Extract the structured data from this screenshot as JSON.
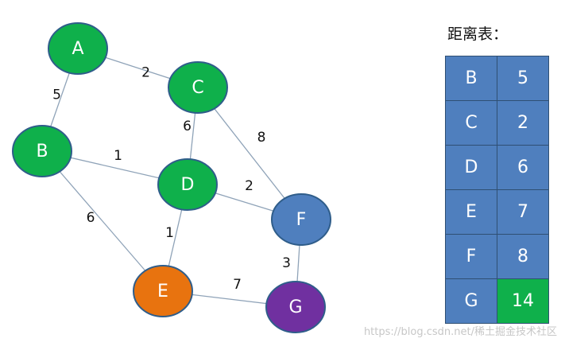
{
  "graph": {
    "nodes": [
      {
        "id": "A",
        "color": "#0fb04b"
      },
      {
        "id": "B",
        "color": "#0fb04b"
      },
      {
        "id": "C",
        "color": "#0fb04b"
      },
      {
        "id": "D",
        "color": "#0fb04b"
      },
      {
        "id": "E",
        "color": "#e8730f"
      },
      {
        "id": "F",
        "color": "#4f7fbe"
      },
      {
        "id": "G",
        "color": "#7030a0"
      }
    ],
    "edges": [
      {
        "from": "A",
        "to": "C",
        "weight": "2"
      },
      {
        "from": "A",
        "to": "B",
        "weight": "5"
      },
      {
        "from": "C",
        "to": "D",
        "weight": "6"
      },
      {
        "from": "C",
        "to": "F",
        "weight": "8"
      },
      {
        "from": "B",
        "to": "D",
        "weight": "1"
      },
      {
        "from": "B",
        "to": "E",
        "weight": "6"
      },
      {
        "from": "D",
        "to": "F",
        "weight": "2"
      },
      {
        "from": "D",
        "to": "E",
        "weight": "1"
      },
      {
        "from": "F",
        "to": "G",
        "weight": "3"
      },
      {
        "from": "E",
        "to": "G",
        "weight": "7"
      }
    ],
    "node_border_color": "#2f5d8a",
    "edge_color": "#8fa3b8"
  },
  "distance_table": {
    "title": "距离表：",
    "rows": [
      {
        "node": "B",
        "distance": "5"
      },
      {
        "node": "C",
        "distance": "2"
      },
      {
        "node": "D",
        "distance": "6"
      },
      {
        "node": "E",
        "distance": "7"
      },
      {
        "node": "F",
        "distance": "8"
      },
      {
        "node": "G",
        "distance": "14",
        "highlight_color": "#0fb04b"
      }
    ],
    "cell_color": "#4f7fbe"
  },
  "watermark": "https://blog.csdn.net/稀土掘金技术社区"
}
